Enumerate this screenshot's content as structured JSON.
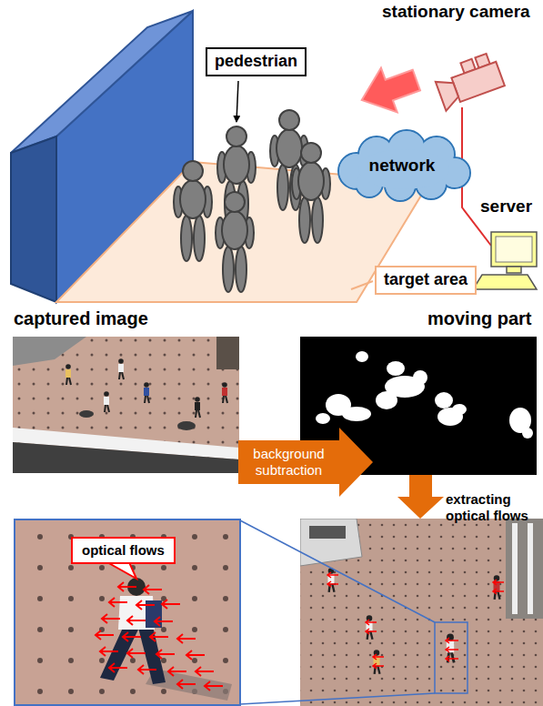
{
  "diagram": {
    "nodes": [
      {
        "text": [
          "pedestrian"
        ]
      },
      {
        "text": [
          "network"
        ]
      },
      {
        "text": [
          "target area"
        ]
      },
      {
        "text": [
          "background subtraction"
        ]
      },
      {
        "text": [
          "optical flows"
        ]
      }
    ],
    "labels": [
      "stationary camera",
      "server",
      "captured image",
      "moving part",
      "extracting optical flows"
    ]
  }
}
